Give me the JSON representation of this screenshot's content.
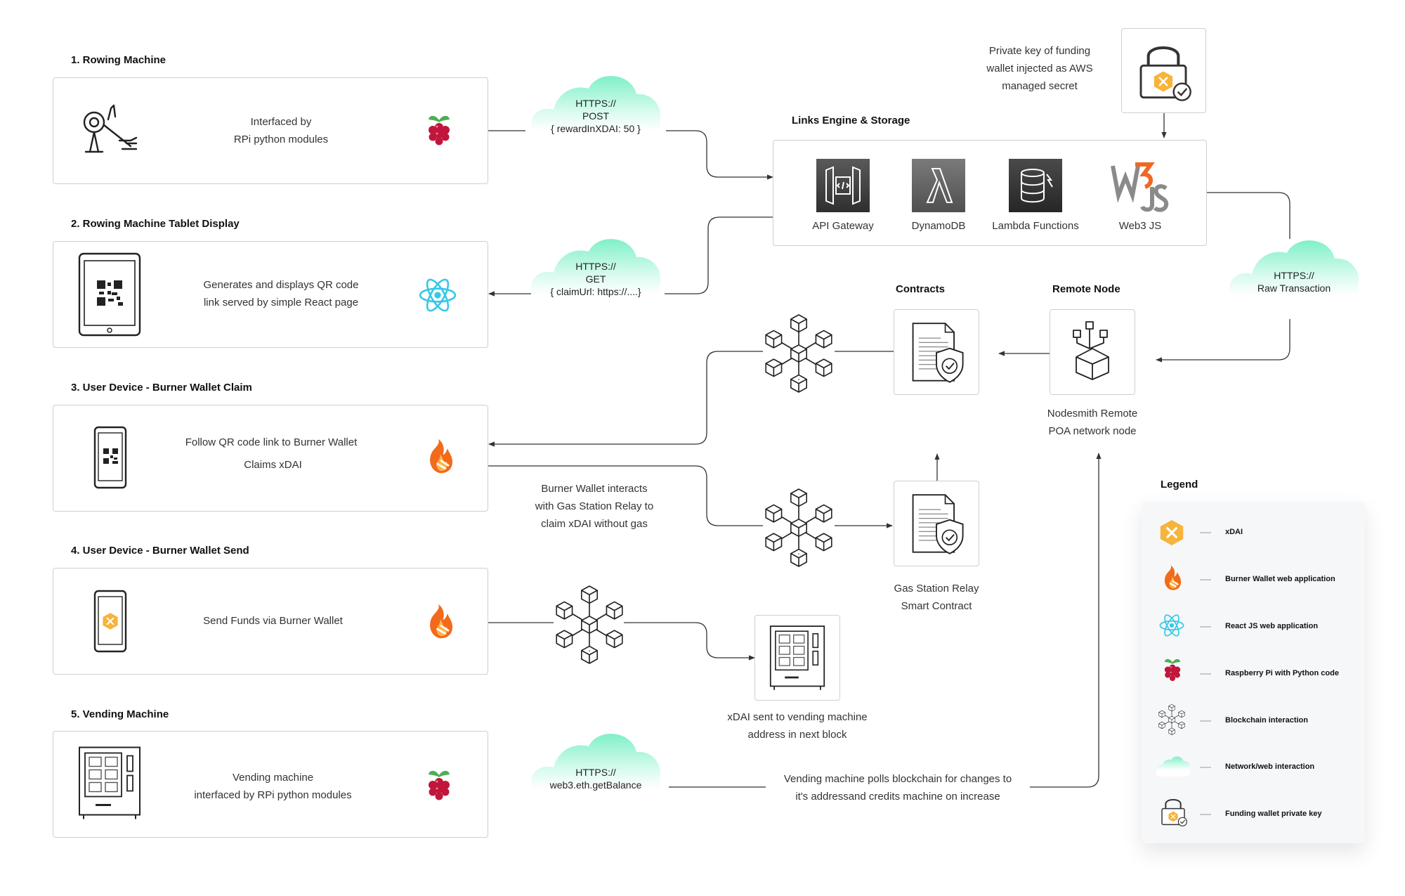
{
  "sections": [
    {
      "title": "1. Rowing Machine",
      "arrow_text": [
        "Interfaced by",
        "RPi python modules"
      ]
    },
    {
      "title": "2. Rowing Machine Tablet Display",
      "arrow_text": [
        "Generates and displays QR code",
        "link served by simple React page"
      ]
    },
    {
      "title": "3. User Device - Burner Wallet Claim",
      "arrow_text": [
        "Follow QR code link to Burner Wallet",
        "Claims xDAI"
      ]
    },
    {
      "title": "4. User Device - Burner Wallet Send",
      "arrow_text": [
        "Send Funds via Burner Wallet"
      ]
    },
    {
      "title": "5. Vending Machine",
      "arrow_text": [
        "Vending machine",
        "interfaced by RPi python modules"
      ]
    }
  ],
  "clouds": {
    "post": [
      "HTTPS://",
      "POST",
      "{ rewardInXDAI: 50 }"
    ],
    "get": [
      "HTTPS://",
      "GET",
      "{ claimUrl: https://....}"
    ],
    "raw": [
      "HTTPS://",
      "Raw Transaction"
    ],
    "balance": [
      "HTTPS://",
      "web3.eth.getBalance"
    ]
  },
  "engine": {
    "title": "Links Engine & Storage",
    "services": [
      "API Gateway",
      "DynamoDB",
      "Lambda Functions",
      "Web3 JS"
    ]
  },
  "aws_note": [
    "Private key of funding",
    "wallet injected as AWS",
    "managed secret"
  ],
  "contracts_title": "Contracts",
  "remote_node_title": "Remote Node",
  "remote_node_caption": [
    "Nodesmith Remote",
    "POA network node"
  ],
  "relay_caption": [
    "Gas Station Relay",
    "Smart Contract"
  ],
  "burner_note": [
    "Burner Wallet interacts",
    "with Gas Station Relay to",
    "claim xDAI without gas"
  ],
  "vending_sent": [
    "xDAI sent to vending machine",
    "address in next block"
  ],
  "polls_note": [
    "Vending machine polls blockchain for changes to",
    "it's addressand credits machine on increase"
  ],
  "legend": {
    "title": "Legend",
    "items": [
      {
        "icon": "xdai-icon",
        "label": "xDAI"
      },
      {
        "icon": "burner-wallet-icon",
        "label": "Burner Wallet web application"
      },
      {
        "icon": "react-icon",
        "label": "React JS web application"
      },
      {
        "icon": "raspberry-pi-icon",
        "label": "Raspberry Pi with Python code"
      },
      {
        "icon": "blockchain-icon",
        "label": "Blockchain interaction"
      },
      {
        "icon": "cloud-icon",
        "label": "Network/web interaction"
      },
      {
        "icon": "lock-icon",
        "label": "Funding wallet private key"
      }
    ]
  },
  "colors": {
    "xdai": "#F7B43B",
    "react": "#35C8E8",
    "raspberry": "#C1163C",
    "burner": "#F26A1B",
    "cloud": "#7FF0C8"
  }
}
